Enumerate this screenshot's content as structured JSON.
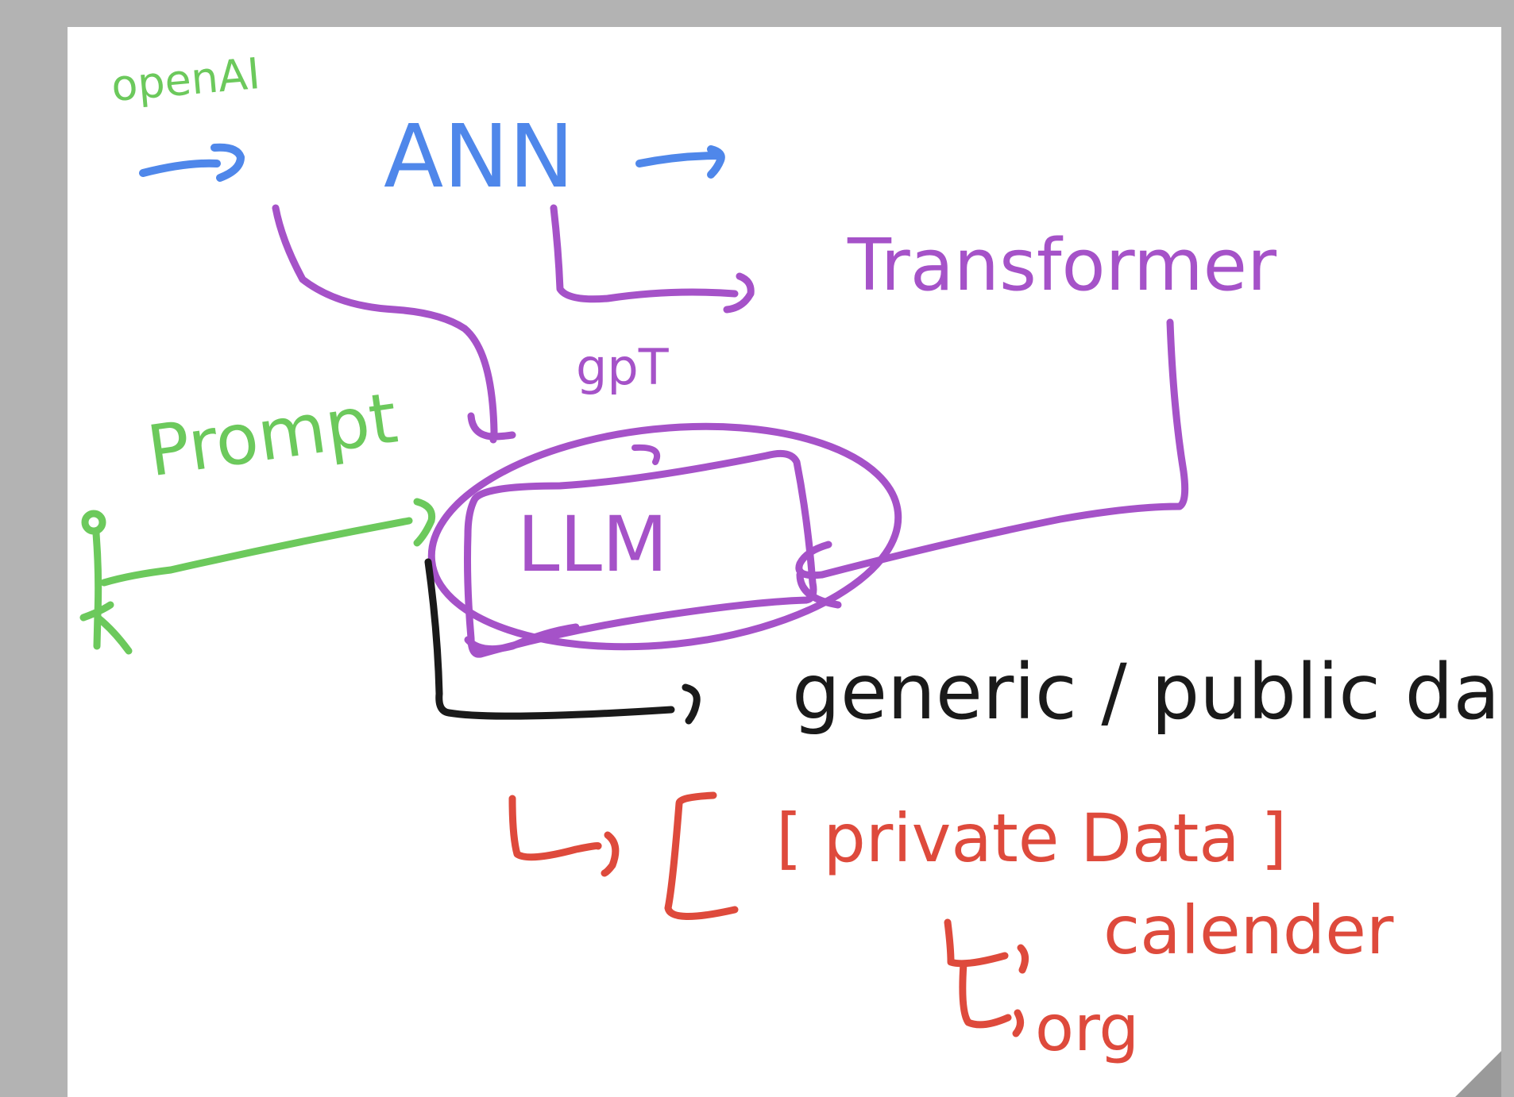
{
  "colors": {
    "background": "#b3b3b3",
    "canvas": "#ffffff",
    "green": "#6cc95c",
    "blue": "#4f87ea",
    "purple": "#a552c8",
    "black": "#1a1a1a",
    "red": "#de4a3c"
  },
  "labels": {
    "openai": "openAI",
    "ann": "ANN",
    "transformer": "Transformer",
    "gpt": "gpT",
    "prompt": "Prompt",
    "llm": "LLM",
    "generic_data": "generic / public data",
    "private_data": "[ private Data ]",
    "calender": "calender",
    "org": "org"
  }
}
